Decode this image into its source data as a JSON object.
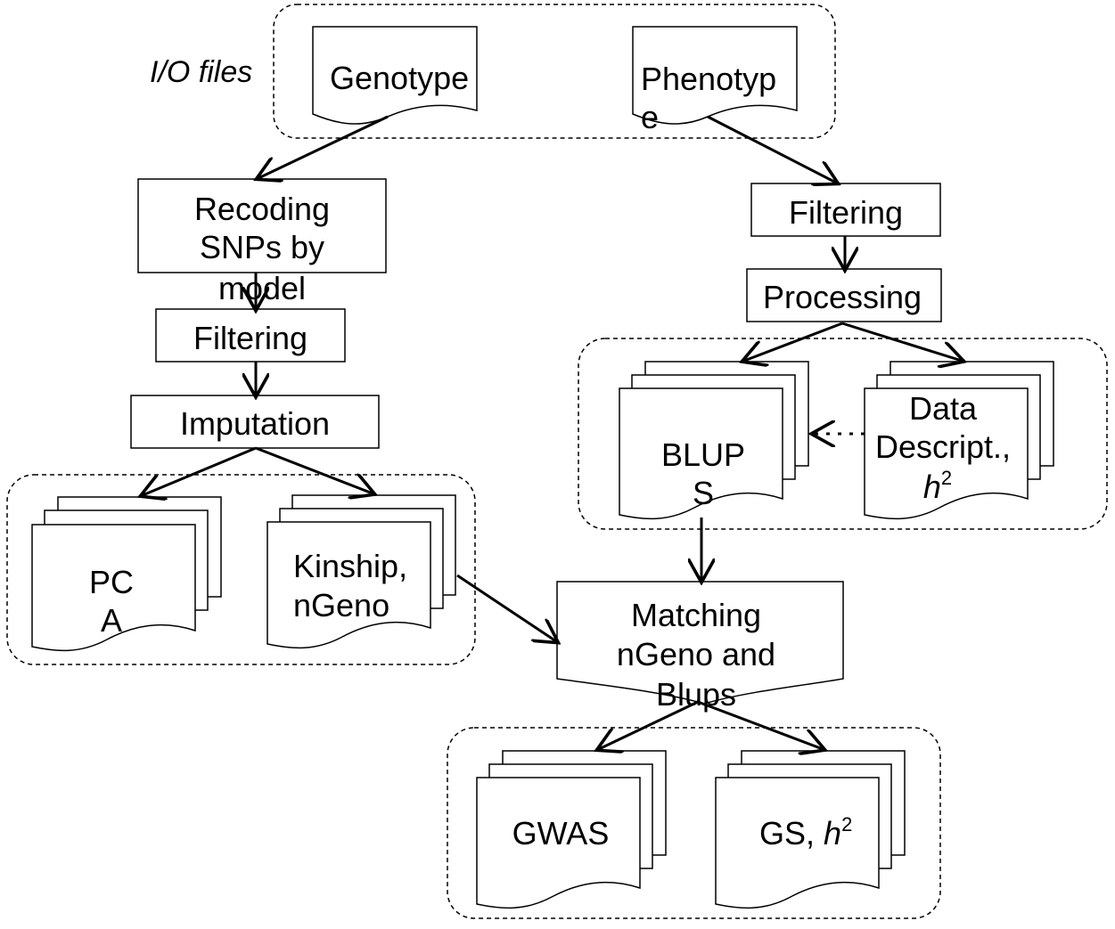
{
  "io_label": "I/O files",
  "genotype": "Genotype",
  "phenotype": [
    "Phenotyp",
    "e"
  ],
  "recoding": [
    "Recoding",
    "SNPs by",
    "model"
  ],
  "geno_filtering": "Filtering",
  "imputation": "Imputation",
  "pca": [
    "PC",
    "A"
  ],
  "kinship": [
    "Kinship,",
    "nGeno"
  ],
  "pheno_filtering": "Filtering",
  "processing": "Processing",
  "blups": [
    "BLUP",
    "S"
  ],
  "data_descript": [
    "Data",
    "Descript.,"
  ],
  "h_symbol": "h",
  "h_exp": "2",
  "matching": [
    "Matching",
    "nGeno and",
    "Blups"
  ],
  "gwas": "GWAS",
  "gs": "GS, "
}
